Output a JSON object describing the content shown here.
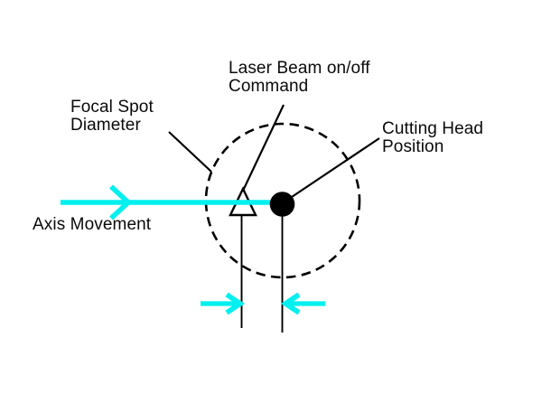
{
  "diagram": {
    "labels": {
      "laser_beam_command": "Laser Beam on/off\nCommand",
      "focal_spot_diameter": "Focal Spot\nDiameter",
      "cutting_head_position": "Cutting Head\nPosition",
      "axis_movement": "Axis Movement"
    },
    "colors": {
      "ink": "#000000",
      "accent": "#00efef",
      "background": "#ffffff"
    }
  }
}
